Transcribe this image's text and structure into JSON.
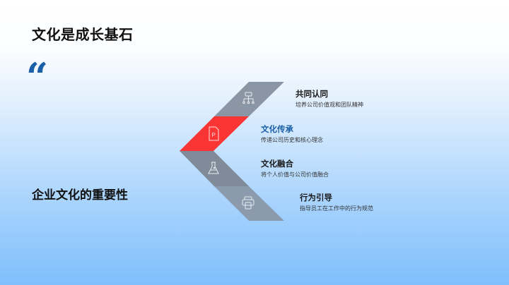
{
  "slide": {
    "title": "文化是成长基石",
    "quote_mark": "“",
    "subtitle": "企业文化的重要性"
  },
  "colors": {
    "accent_red": "#fb3434",
    "band_gray": "#8a96a3",
    "band_gray_dark": "#7f8b98",
    "band_gray_light": "#8b9bad",
    "quote_blue": "#1a5fa8",
    "active_heading_blue": "#1a5fa8"
  },
  "items": [
    {
      "heading": "共同认同",
      "desc": "培养公司价值观和团队精神",
      "icon": "hierarchy-icon",
      "active": false
    },
    {
      "heading": "文化传承",
      "desc": "传递公司历史和核心理念",
      "icon": "document-p-icon",
      "active": true
    },
    {
      "heading": "文化融合",
      "desc": "将个人价值与公司价值融合",
      "icon": "flask-icon",
      "active": false
    },
    {
      "heading": "行为引导",
      "desc": "指导员工在工作中的行为规范",
      "icon": "printer-icon",
      "active": false
    }
  ]
}
